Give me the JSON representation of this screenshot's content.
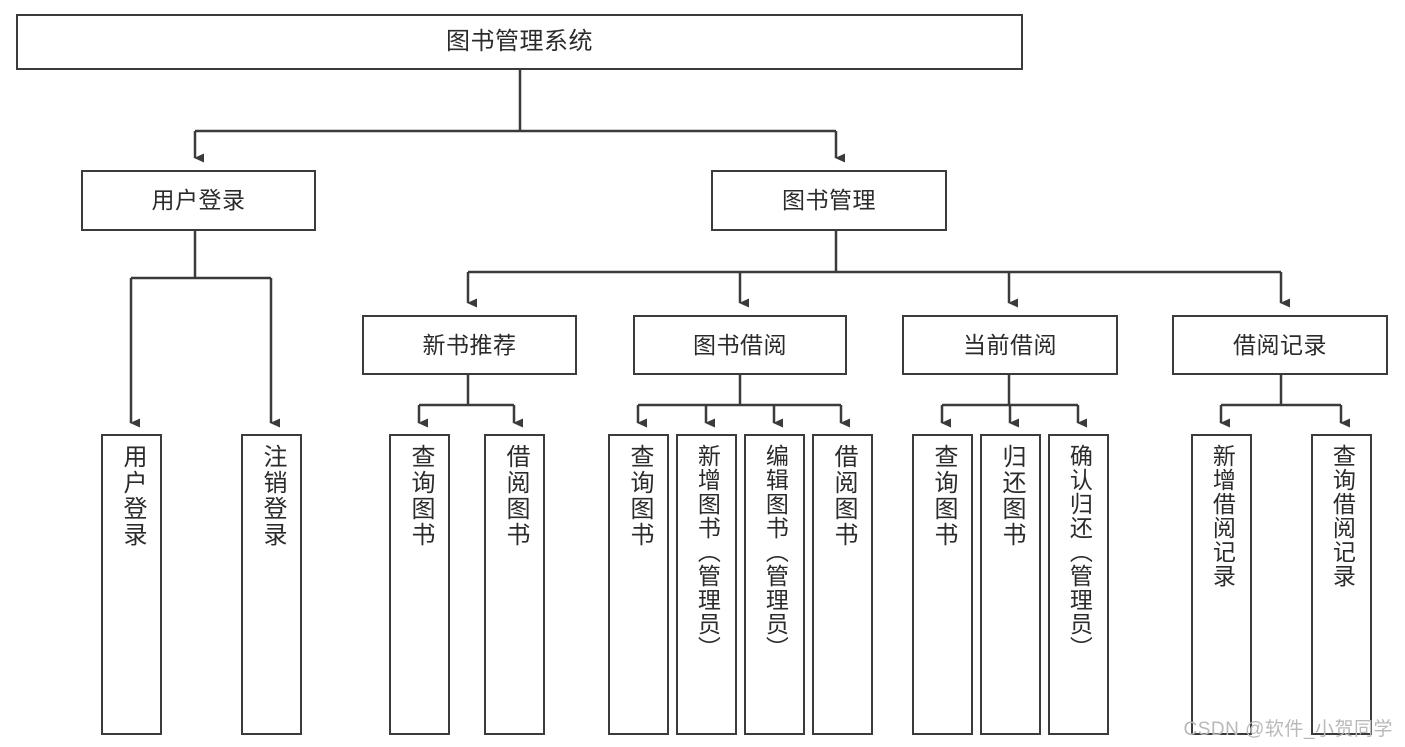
{
  "diagram": {
    "title": "图书管理系统",
    "type": "hierarchy-tree",
    "colors": {
      "box_border": "#3b3b3b",
      "box_fill": "#ffffff",
      "connector": "#3b3b3b",
      "text": "#2b2b2b",
      "watermark": "#b9b9b9"
    },
    "levels": {
      "root": {
        "label": "图书管理系统"
      },
      "level2": [
        {
          "id": "user-login",
          "label": "用户登录"
        },
        {
          "id": "book-management",
          "label": "图书管理"
        }
      ],
      "level3": [
        {
          "id": "new-book-recommend",
          "label": "新书推荐"
        },
        {
          "id": "book-borrow",
          "label": "图书借阅"
        },
        {
          "id": "current-borrow",
          "label": "当前借阅"
        },
        {
          "id": "borrow-record",
          "label": "借阅记录"
        }
      ],
      "leaves": {
        "user-login": [
          {
            "id": "leaf-user-login",
            "label": "用户登录"
          },
          {
            "id": "leaf-logout-login",
            "label": "注销登录"
          }
        ],
        "new-book-recommend": [
          {
            "id": "leaf-query-book-1",
            "label": "查询图书"
          },
          {
            "id": "leaf-borrow-book-1",
            "label": "借阅图书"
          }
        ],
        "book-borrow": [
          {
            "id": "leaf-query-book-2",
            "label": "查询图书"
          },
          {
            "id": "leaf-add-book-admin",
            "label": "新增图书（管理员）"
          },
          {
            "id": "leaf-edit-book-admin",
            "label": "编辑图书（管理员）"
          },
          {
            "id": "leaf-borrow-book-2",
            "label": "借阅图书"
          }
        ],
        "current-borrow": [
          {
            "id": "leaf-query-book-3",
            "label": "查询图书"
          },
          {
            "id": "leaf-return-book",
            "label": "归还图书"
          },
          {
            "id": "leaf-confirm-return-admin",
            "label": "确认归还（管理员）"
          }
        ],
        "borrow-record": [
          {
            "id": "leaf-add-borrow-record",
            "label": "新增借阅记录"
          },
          {
            "id": "leaf-query-borrow-record",
            "label": "查询借阅记录"
          }
        ]
      }
    },
    "watermark": "CSDN @软件_小贺同学"
  }
}
